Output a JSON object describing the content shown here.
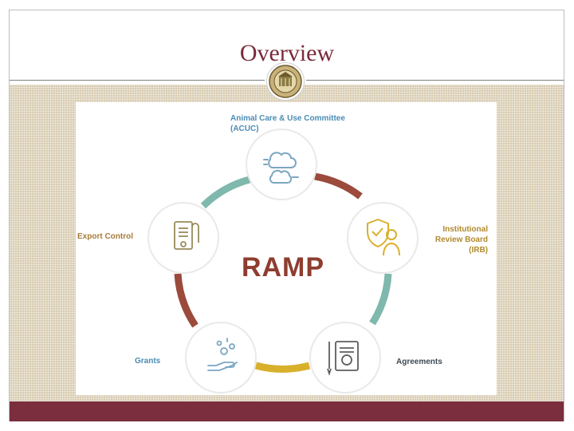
{
  "slide": {
    "title": "Overview"
  },
  "diagram": {
    "center": "RAMP",
    "nodes": [
      {
        "label_lines": [
          "Animal Care & Use Committee",
          "(ACUC)"
        ],
        "icon": "clouds-icon"
      },
      {
        "label_lines": [
          "Institutional",
          "Review Board",
          "(IRB)"
        ],
        "icon": "shield-person-icon"
      },
      {
        "label_lines": [
          "Agreements"
        ],
        "icon": "contract-certificate-icon"
      },
      {
        "label_lines": [
          "Grants"
        ],
        "icon": "hand-coins-icon"
      },
      {
        "label_lines": [
          "Export Control"
        ],
        "icon": "scroll-document-icon"
      }
    ],
    "ring_colors": {
      "teal": "#7fb8ad",
      "brown": "#9b4a3c",
      "gold": "#d9b02c"
    }
  },
  "colors": {
    "title": "#7a2a3b",
    "footer": "#7a2e3e",
    "pattern": "#d8ccb2",
    "icon_stroke": "#7aa6c2"
  }
}
